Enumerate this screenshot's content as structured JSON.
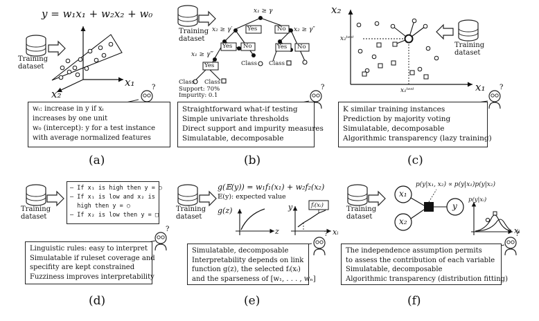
{
  "panels": {
    "a": {
      "caption": "(a)",
      "equation": "y = w₁x₁ + w₂x₂ + w₀",
      "db_label": [
        "Training",
        "dataset"
      ],
      "axis_x1": "x₁",
      "axis_x2": "x₂",
      "lines": [
        "wᵢ: increase in y if xᵢ",
        "increases by one unit",
        "w₀ (intercept): y for a test instance",
        "with average normalized features"
      ]
    },
    "b": {
      "caption": "(b)",
      "db_label": [
        "Training",
        "dataset"
      ],
      "root": "x₁ ≥ γ",
      "n1": "x₂ ≥ γ′",
      "n2": "x₂ ≥ γ″",
      "n3": "x₁ ≥ γ‴",
      "yes": "Yes",
      "no": "No",
      "class": "Class",
      "support": "Support: 70%",
      "impurity": "Impurity: 0.1",
      "lines": [
        "Straightforward what-if testing",
        "Simple univariate thresholds",
        "Direct support and impurity measures",
        "Simulatable, decomposable"
      ]
    },
    "c": {
      "caption": "(c)",
      "db_label": [
        "Training",
        "dataset"
      ],
      "axis_x1": "x₁",
      "axis_x2": "x₂",
      "test_x1": "x₁ᵗᵉˢᵗ",
      "test_x2": "x₂ᵗᵉˢᵗ",
      "lines": [
        "K similar training instances",
        "Prediction by majority voting",
        "Simulatable, decomposable",
        "Algorithmic transparency (lazy training)"
      ]
    },
    "d": {
      "caption": "(d)",
      "db_label": [
        "Training",
        "dataset"
      ],
      "rules": [
        "– If x₁ is high then y = ○",
        "– If x₁ is low and x₂ is",
        "  high then y = ○",
        "– If x₂ is low then y = □"
      ],
      "lines": [
        "Linguistic rules: easy to interpret",
        "Simulatable if ruleset coverage and",
        "specifity are kept constrained",
        "Fuzziness improves interpretability"
      ]
    },
    "e": {
      "caption": "(e)",
      "db_label": [
        "Training",
        "dataset"
      ],
      "equation": "g(𝔼(y)) = w₁f₁(x₁) + w₂f₂(x₂)",
      "ey": "𝔼(y): expected value",
      "gz": "g(z)",
      "z": "z",
      "y": "y",
      "fi": "fᵢ(xᵢ)",
      "xi": "xᵢ",
      "lines": [
        "Simulatable, decomposable",
        "Interpretability depends on link",
        "function g(z), the selected fᵢ(xᵢ)",
        "and the sparseness of [w₁, . . . , wₙ]"
      ]
    },
    "f": {
      "caption": "(f)",
      "db_label": [
        "Training",
        "dataset"
      ],
      "formula": "p(y|x₁, x₂) ∝ p(y|x₁)p(y|x₂)",
      "x1": "x₁",
      "x2": "x₂",
      "y": "y",
      "pyxi": "p(y|xᵢ)",
      "xi": "xᵢ",
      "lines": [
        "The independence assumption permits",
        "to assess the contribution of each variable",
        "Simulatable, decomposable",
        "Algorithmic transparency (distribution fitting)"
      ]
    }
  }
}
